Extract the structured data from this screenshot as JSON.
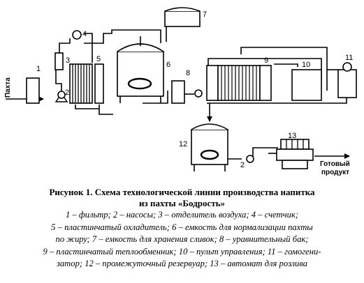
{
  "diagram": {
    "inlet_label": "Пахта",
    "outlet_label_1": "Готовый",
    "outlet_label_2": "продукт",
    "components": [
      {
        "id": "1",
        "name": "фильтр"
      },
      {
        "id": "2",
        "name": "насосы"
      },
      {
        "id": "3",
        "name": "отделитель воздуха"
      },
      {
        "id": "4",
        "name": "счетчик"
      },
      {
        "id": "5",
        "name": "пластинчатый охладитель"
      },
      {
        "id": "6",
        "name": "емкость для нормализации пахты по жиру"
      },
      {
        "id": "7",
        "name": "емкость для хранения сливок"
      },
      {
        "id": "8",
        "name": "уравнительный бак"
      },
      {
        "id": "9",
        "name": "пластинчатый теплообменник"
      },
      {
        "id": "10",
        "name": "пульт управления"
      },
      {
        "id": "11",
        "name": "гомогенизатор"
      },
      {
        "id": "12",
        "name": "промежуточный резервуар"
      },
      {
        "id": "13",
        "name": "автомат для розлива"
      }
    ]
  },
  "caption": {
    "title_line1": "Рисунок 1. Схема технологической линии производства напитка",
    "title_line2": "из пахты «Бодрость»",
    "legend_lines": [
      "1 – фильтр; 2 – насосы; 3 – отделитель воздуха; 4 – счетчик;",
      "5 – пластинчатый охладитель; 6 – емкость для нормализации пахты",
      "по жиру; 7 – емкость для хранения сливок; 8 – уравнительный бак;",
      "9 – пластинчатый теплообменник; 10 – пульт управления; 11 – гомогени-",
      "затор; 12 – промежуточный резервуар; 13 – автомат для розлива"
    ]
  }
}
